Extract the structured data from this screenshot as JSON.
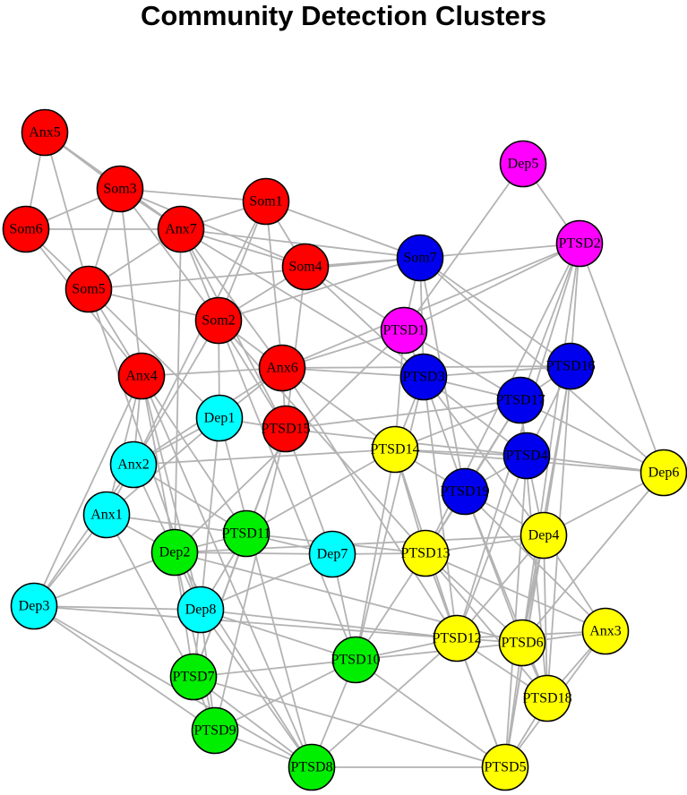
{
  "title": "Community Detection Clusters",
  "communities": [
    {
      "id": "c1",
      "color": "#ff0000",
      "members": [
        "Anx5",
        "Som3",
        "Som6",
        "Som1",
        "Anx7",
        "Som4",
        "Som5",
        "Som2",
        "Anx4",
        "Anx6",
        "PTSD15"
      ]
    },
    {
      "id": "c2",
      "color": "#ff00ff",
      "members": [
        "Dep5",
        "PTSD2",
        "PTSD1"
      ]
    },
    {
      "id": "c3",
      "color": "#0000ee",
      "members": [
        "Som7",
        "PTSD3",
        "PTSD16",
        "PTSD17",
        "PTSD4",
        "PTSD19"
      ]
    },
    {
      "id": "c4",
      "color": "#00ffff",
      "members": [
        "Dep1",
        "Anx2",
        "Anx1",
        "Dep7",
        "Dep3",
        "Dep8"
      ]
    },
    {
      "id": "c5",
      "color": "#00ee00",
      "members": [
        "PTSD11",
        "Dep2",
        "PTSD10",
        "PTSD7",
        "PTSD9",
        "PTSD8"
      ]
    },
    {
      "id": "c6",
      "color": "#ffff00",
      "members": [
        "PTSD14",
        "Dep6",
        "Dep4",
        "PTSD13",
        "PTSD12",
        "PTSD6",
        "Anx3",
        "PTSD18",
        "PTSD5"
      ]
    }
  ],
  "nodes": [
    {
      "id": "Anx5"
    },
    {
      "id": "Som3"
    },
    {
      "id": "Som6"
    },
    {
      "id": "Som1"
    },
    {
      "id": "Anx7"
    },
    {
      "id": "Som4"
    },
    {
      "id": "Som5"
    },
    {
      "id": "Som2"
    },
    {
      "id": "Anx4"
    },
    {
      "id": "Anx6"
    },
    {
      "id": "PTSD15"
    },
    {
      "id": "Dep5"
    },
    {
      "id": "PTSD2"
    },
    {
      "id": "PTSD1"
    },
    {
      "id": "Som7"
    },
    {
      "id": "PTSD3"
    },
    {
      "id": "PTSD16"
    },
    {
      "id": "PTSD17"
    },
    {
      "id": "PTSD4"
    },
    {
      "id": "PTSD19"
    },
    {
      "id": "Dep1"
    },
    {
      "id": "Anx2"
    },
    {
      "id": "Anx1"
    },
    {
      "id": "Dep7"
    },
    {
      "id": "Dep3"
    },
    {
      "id": "Dep8"
    },
    {
      "id": "PTSD11"
    },
    {
      "id": "Dep2"
    },
    {
      "id": "PTSD10"
    },
    {
      "id": "PTSD7"
    },
    {
      "id": "PTSD9"
    },
    {
      "id": "PTSD8"
    },
    {
      "id": "PTSD14"
    },
    {
      "id": "Dep6"
    },
    {
      "id": "Dep4"
    },
    {
      "id": "PTSD13"
    },
    {
      "id": "PTSD12"
    },
    {
      "id": "PTSD6"
    },
    {
      "id": "Anx3"
    },
    {
      "id": "PTSD18"
    },
    {
      "id": "PTSD5"
    }
  ],
  "edges": [
    [
      "Anx5",
      "Som6"
    ],
    [
      "Anx5",
      "Som3"
    ],
    [
      "Anx5",
      "Som5"
    ],
    [
      "Anx5",
      "Anx7"
    ],
    [
      "Som3",
      "Som6"
    ],
    [
      "Som3",
      "Anx7"
    ],
    [
      "Som3",
      "Som5"
    ],
    [
      "Som3",
      "Som1"
    ],
    [
      "Som3",
      "Som4"
    ],
    [
      "Som3",
      "Som2"
    ],
    [
      "Som3",
      "Anx4"
    ],
    [
      "Som6",
      "Anx7"
    ],
    [
      "Som6",
      "Som5"
    ],
    [
      "Som6",
      "Anx4"
    ],
    [
      "Som1",
      "Som4"
    ],
    [
      "Som1",
      "Anx7"
    ],
    [
      "Som1",
      "Som2"
    ],
    [
      "Som1",
      "Som7"
    ],
    [
      "Som1",
      "Anx6"
    ],
    [
      "Som1",
      "Anx2"
    ],
    [
      "Anx7",
      "Som4"
    ],
    [
      "Anx7",
      "Som5"
    ],
    [
      "Anx7",
      "Som2"
    ],
    [
      "Anx7",
      "Anx6"
    ],
    [
      "Anx7",
      "PTSD15"
    ],
    [
      "Anx7",
      "Som7"
    ],
    [
      "Anx7",
      "Dep2"
    ],
    [
      "Anx7",
      "PTSD3"
    ],
    [
      "Som4",
      "Som7"
    ],
    [
      "Som4",
      "Som2"
    ],
    [
      "Som4",
      "PTSD1"
    ],
    [
      "Som4",
      "PTSD15"
    ],
    [
      "Som4",
      "PTSD3"
    ],
    [
      "Som5",
      "Som2"
    ],
    [
      "Som5",
      "Anx4"
    ],
    [
      "Som5",
      "Som7"
    ],
    [
      "Som5",
      "Dep1"
    ],
    [
      "Som5",
      "Dep8"
    ],
    [
      "Som2",
      "Anx6"
    ],
    [
      "Som2",
      "PTSD15"
    ],
    [
      "Som2",
      "Anx2"
    ],
    [
      "Som2",
      "Dep1"
    ],
    [
      "Som2",
      "PTSD10"
    ],
    [
      "Som2",
      "PTSD13"
    ],
    [
      "Anx4",
      "Anx6"
    ],
    [
      "Anx4",
      "Anx2"
    ],
    [
      "Anx4",
      "Anx1"
    ],
    [
      "Anx4",
      "Dep2"
    ],
    [
      "Anx4",
      "Dep8"
    ],
    [
      "Anx4",
      "Dep3"
    ],
    [
      "Anx4",
      "PTSD8"
    ],
    [
      "Anx4",
      "PTSD11"
    ],
    [
      "Anx6",
      "PTSD15"
    ],
    [
      "Anx6",
      "PTSD3"
    ],
    [
      "Anx6",
      "PTSD14"
    ],
    [
      "Anx6",
      "PTSD16"
    ],
    [
      "Anx6",
      "PTSD1"
    ],
    [
      "Anx6",
      "Dep1"
    ],
    [
      "Anx6",
      "Anx2"
    ],
    [
      "Anx6",
      "PTSD12"
    ],
    [
      "PTSD15",
      "Dep1"
    ],
    [
      "PTSD15",
      "PTSD11"
    ],
    [
      "PTSD15",
      "Dep7"
    ],
    [
      "PTSD15",
      "PTSD17"
    ],
    [
      "PTSD15",
      "PTSD4"
    ],
    [
      "PTSD15",
      "PTSD7"
    ],
    [
      "PTSD15",
      "PTSD9"
    ],
    [
      "Dep5",
      "PTSD2"
    ],
    [
      "Dep5",
      "PTSD1"
    ],
    [
      "PTSD2",
      "PTSD1"
    ],
    [
      "PTSD2",
      "Som7"
    ],
    [
      "PTSD2",
      "PTSD16"
    ],
    [
      "PTSD2",
      "PTSD17"
    ],
    [
      "PTSD2",
      "Dep6"
    ],
    [
      "PTSD2",
      "PTSD13"
    ],
    [
      "PTSD2",
      "PTSD12"
    ],
    [
      "PTSD2",
      "PTSD6"
    ],
    [
      "PTSD2",
      "Anx6"
    ],
    [
      "PTSD1",
      "Som7"
    ],
    [
      "PTSD1",
      "PTSD3"
    ],
    [
      "PTSD1",
      "PTSD14"
    ],
    [
      "PTSD1",
      "PTSD17"
    ],
    [
      "PTSD1",
      "Dep2"
    ],
    [
      "Som7",
      "PTSD3"
    ],
    [
      "Som7",
      "PTSD16"
    ],
    [
      "Som7",
      "PTSD19"
    ],
    [
      "Som7",
      "Dep6"
    ],
    [
      "Som7",
      "Som2"
    ],
    [
      "PTSD3",
      "PTSD16"
    ],
    [
      "PTSD3",
      "PTSD17"
    ],
    [
      "PTSD3",
      "PTSD4"
    ],
    [
      "PTSD3",
      "PTSD19"
    ],
    [
      "PTSD3",
      "PTSD14"
    ],
    [
      "PTSD3",
      "Dep4"
    ],
    [
      "PTSD3",
      "PTSD10"
    ],
    [
      "PTSD3",
      "PTSD12"
    ],
    [
      "PTSD16",
      "PTSD17"
    ],
    [
      "PTSD16",
      "PTSD4"
    ],
    [
      "PTSD16",
      "PTSD6"
    ],
    [
      "PTSD16",
      "PTSD18"
    ],
    [
      "PTSD17",
      "PTSD4"
    ],
    [
      "PTSD17",
      "PTSD19"
    ],
    [
      "PTSD17",
      "PTSD14"
    ],
    [
      "PTSD17",
      "Dep6"
    ],
    [
      "PTSD17",
      "PTSD13"
    ],
    [
      "PTSD4",
      "PTSD19"
    ],
    [
      "PTSD4",
      "Dep6"
    ],
    [
      "PTSD4",
      "Dep4"
    ],
    [
      "PTSD4",
      "PTSD14"
    ],
    [
      "PTSD4",
      "PTSD12"
    ],
    [
      "PTSD4",
      "PTSD5"
    ],
    [
      "PTSD19",
      "PTSD14"
    ],
    [
      "PTSD19",
      "Dep4"
    ],
    [
      "PTSD19",
      "Anx3"
    ],
    [
      "PTSD19",
      "PTSD6"
    ],
    [
      "PTSD19",
      "PTSD13"
    ],
    [
      "PTSD19",
      "PTSD18"
    ],
    [
      "Dep1",
      "Anx2"
    ],
    [
      "Dep1",
      "Anx1"
    ],
    [
      "Dep1",
      "Dep8"
    ],
    [
      "Dep1",
      "PTSD8"
    ],
    [
      "Anx2",
      "Anx1"
    ],
    [
      "Anx2",
      "PTSD14"
    ],
    [
      "Anx2",
      "Dep2"
    ],
    [
      "Anx2",
      "PTSD11"
    ],
    [
      "Anx2",
      "Dep3"
    ],
    [
      "Anx1",
      "Dep3"
    ],
    [
      "Anx1",
      "PTSD7"
    ],
    [
      "Anx1",
      "PTSD11"
    ],
    [
      "Anx1",
      "Dep2"
    ],
    [
      "Dep7",
      "Dep8"
    ],
    [
      "Dep7",
      "PTSD13"
    ],
    [
      "Dep7",
      "PTSD11"
    ],
    [
      "Dep7",
      "PTSD10"
    ],
    [
      "Dep7",
      "Dep2"
    ],
    [
      "Dep3",
      "Dep8"
    ],
    [
      "Dep3",
      "PTSD9"
    ],
    [
      "Dep3",
      "Dep2"
    ],
    [
      "Dep3",
      "PTSD12"
    ],
    [
      "Dep8",
      "PTSD11"
    ],
    [
      "Dep8",
      "PTSD7"
    ],
    [
      "Dep8",
      "PTSD9"
    ],
    [
      "Dep8",
      "PTSD10"
    ],
    [
      "Dep8",
      "PTSD12"
    ],
    [
      "Dep8",
      "PTSD8"
    ],
    [
      "Dep8",
      "Dep2"
    ],
    [
      "PTSD11",
      "Dep2"
    ],
    [
      "PTSD11",
      "PTSD7"
    ],
    [
      "PTSD11",
      "PTSD13"
    ],
    [
      "PTSD11",
      "PTSD14"
    ],
    [
      "Dep2",
      "PTSD7"
    ],
    [
      "Dep2",
      "PTSD9"
    ],
    [
      "Dep2",
      "PTSD6"
    ],
    [
      "Dep2",
      "Dep4"
    ],
    [
      "PTSD10",
      "PTSD7"
    ],
    [
      "PTSD10",
      "PTSD12"
    ],
    [
      "PTSD10",
      "PTSD14"
    ],
    [
      "PTSD10",
      "PTSD6"
    ],
    [
      "PTSD10",
      "PTSD13"
    ],
    [
      "PTSD10",
      "PTSD5"
    ],
    [
      "PTSD10",
      "PTSD8"
    ],
    [
      "PTSD7",
      "PTSD9"
    ],
    [
      "PTSD7",
      "PTSD8"
    ],
    [
      "PTSD7",
      "PTSD5"
    ],
    [
      "PTSD9",
      "PTSD8"
    ],
    [
      "PTSD9",
      "PTSD10"
    ],
    [
      "PTSD8",
      "PTSD5"
    ],
    [
      "PTSD8",
      "PTSD12"
    ],
    [
      "PTSD8",
      "Dep2"
    ],
    [
      "PTSD14",
      "PTSD13"
    ],
    [
      "PTSD14",
      "PTSD12"
    ],
    [
      "PTSD14",
      "Dep6"
    ],
    [
      "Dep6",
      "Dep4"
    ],
    [
      "Dep6",
      "PTSD6"
    ],
    [
      "Dep4",
      "PTSD13"
    ],
    [
      "Dep4",
      "PTSD12"
    ],
    [
      "Dep4",
      "PTSD6"
    ],
    [
      "Dep4",
      "Anx3"
    ],
    [
      "Dep4",
      "PTSD18"
    ],
    [
      "Dep4",
      "PTSD5"
    ],
    [
      "PTSD13",
      "PTSD12"
    ],
    [
      "PTSD13",
      "PTSD6"
    ],
    [
      "PTSD13",
      "PTSD18"
    ],
    [
      "PTSD13",
      "Anx3"
    ],
    [
      "PTSD13",
      "PTSD5"
    ],
    [
      "PTSD12",
      "PTSD6"
    ],
    [
      "PTSD12",
      "PTSD18"
    ],
    [
      "PTSD12",
      "PTSD5"
    ],
    [
      "PTSD12",
      "Anx3"
    ],
    [
      "PTSD6",
      "Anx3"
    ],
    [
      "PTSD6",
      "PTSD18"
    ],
    [
      "PTSD6",
      "PTSD5"
    ],
    [
      "Anx3",
      "PTSD18"
    ],
    [
      "Anx3",
      "PTSD5"
    ],
    [
      "PTSD18",
      "PTSD5"
    ],
    [
      "PTSD16",
      "PTSD5"
    ],
    [
      "PTSD17",
      "PTSD18"
    ],
    [
      "Dep3",
      "PTSD8"
    ]
  ],
  "edge_color": "#b3b3b3",
  "node_stroke": "#000000"
}
